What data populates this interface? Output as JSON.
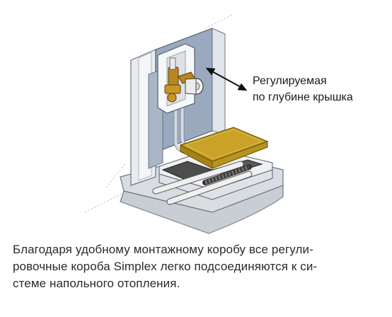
{
  "illustration": {
    "callout_line_1": "Регулируемая",
    "callout_line_2": "по глубине крышка"
  },
  "caption": {
    "line_1": "Благодаря удобному монтажному коробу все регули-",
    "line_2": "ровочные короба Simplex легко подсоединяются к си-",
    "line_3": "стеме напольного отопления."
  },
  "colors": {
    "wall_panel": "#9aa9bd",
    "wall_front": "#e8ecef",
    "floor_slab": "#d9dde2",
    "cover_plate": "#c9a227",
    "valve_brass": "#b8861c",
    "insulation_dark": "#4d4d4d"
  }
}
